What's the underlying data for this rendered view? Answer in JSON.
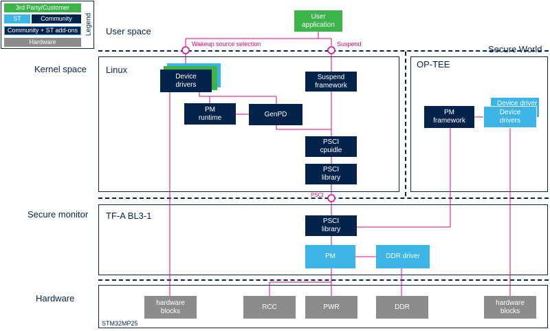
{
  "legend": {
    "title": "Legend",
    "items": [
      "3rd Party/Customer",
      "ST",
      "Community",
      "Community + ST add-ons",
      "Hardware"
    ]
  },
  "zones": {
    "user_space": "User space",
    "kernel_space": "Kernel space",
    "secure_monitor": "Secure monitor",
    "hardware": "Hardware",
    "secure_world": "Secure World"
  },
  "frames": {
    "linux": "Linux",
    "optee": "OP-TEE",
    "tfa": "TF-A BL3-1",
    "soc": "STM32MP25"
  },
  "boxes": {
    "user_application": "User application",
    "device_drivers": "Device drivers",
    "suspend_framework": "Suspend framework",
    "pm_runtime": "PM runtime",
    "genpd": "GenPD",
    "psci_cpuidle": "PSCI cpuidle",
    "psci_library_linux": "PSCI library",
    "pm_framework": "PM framework",
    "device_driver_back": "Device driver",
    "device_drivers_optee": "Device drivers",
    "psci_library_tfa": "PSCI library",
    "pm": "PM",
    "ddr_driver": "DDR driver",
    "hw_blocks_left": "hardware blocks",
    "rcc": "RCC",
    "pwr": "PWR",
    "ddr": "DDR",
    "hw_blocks_right": "hardware blocks"
  },
  "interfaces": {
    "wakeup": "Wakeup source selection",
    "suspend": "Suspend",
    "psci": "PSCI"
  },
  "colors": {
    "st_dark": "#03234b",
    "st_light": "#3cb4e6",
    "third_party": "#3cb44b",
    "hardware": "#8c8c8c",
    "link": "#e6007e"
  }
}
